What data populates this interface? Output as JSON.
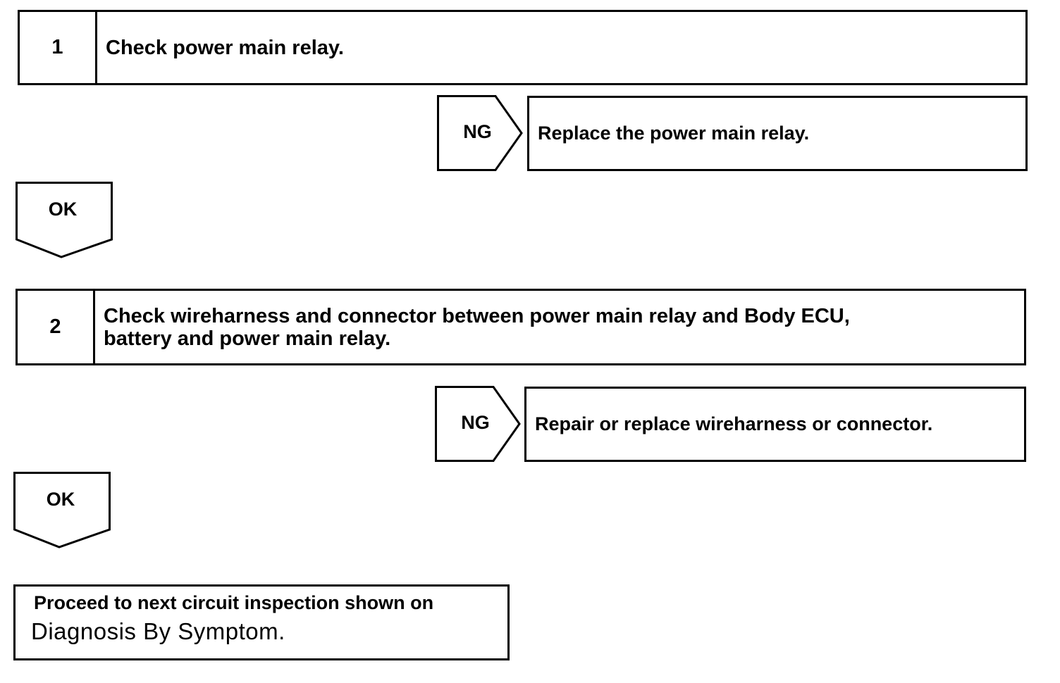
{
  "steps": [
    {
      "number": "1",
      "text": "Check power main relay.",
      "ng_label": "NG",
      "ng_action": "Replace the power main relay.",
      "ok_label": "OK"
    },
    {
      "number": "2",
      "text_line1": "Check wireharness and connector between power main relay and Body ECU,",
      "text_line2": "battery and power main relay.",
      "ng_label": "NG",
      "ng_action": "Repair or replace wireharness or connector.",
      "ok_label": "OK"
    }
  ],
  "final": {
    "line1": "Proceed to next circuit inspection shown on",
    "line2": "Diagnosis By Symptom",
    "line2_suffix": "."
  }
}
